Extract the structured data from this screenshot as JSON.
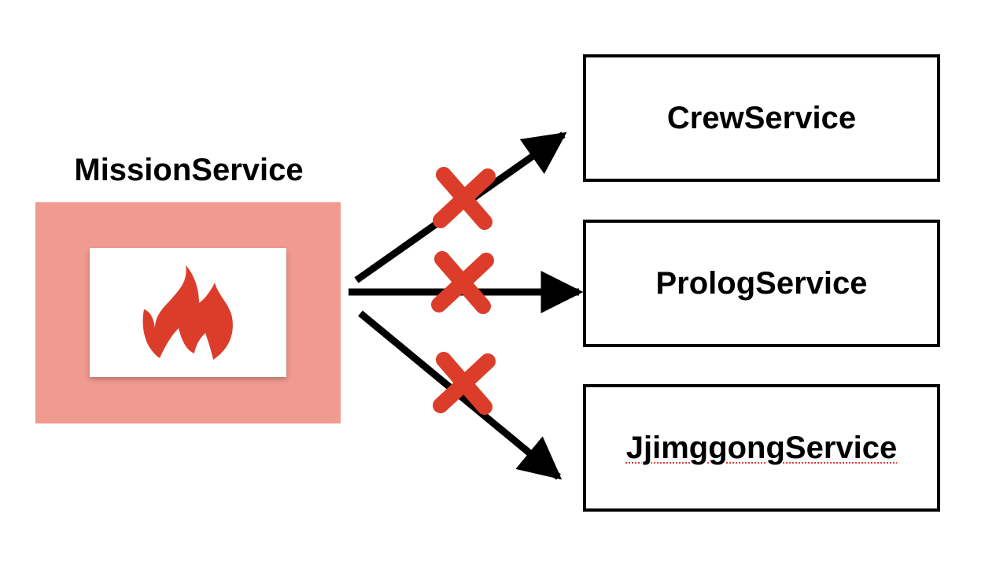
{
  "source": {
    "title": "MissionService",
    "fill_color": "#f19a8f",
    "icon": "fire-icon",
    "icon_color": "#dc3d2a"
  },
  "targets": [
    {
      "label": "CrewService",
      "spellcheck": false
    },
    {
      "label": "PrologService",
      "spellcheck": false
    },
    {
      "label": "JjimggongService",
      "spellcheck": true
    }
  ],
  "dependencies": [
    {
      "to": "CrewService",
      "blocked": true
    },
    {
      "to": "PrologService",
      "blocked": true
    },
    {
      "to": "JjimggongService",
      "blocked": true
    }
  ],
  "colors": {
    "arrow": "#000000",
    "cross": "#dc3d2a",
    "box_border": "#000000"
  }
}
